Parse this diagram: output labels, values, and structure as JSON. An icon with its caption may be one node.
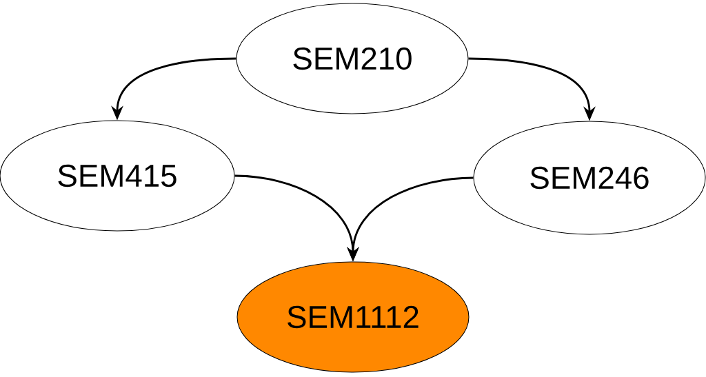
{
  "diagram": {
    "nodes": [
      {
        "text": [
          "SEM210"
        ]
      },
      {
        "text": [
          "SEM415"
        ]
      },
      {
        "text": [
          "SEM246"
        ]
      },
      {
        "text": [
          "SEM1112"
        ]
      }
    ],
    "edges": [
      {
        "from": 0,
        "to": 1,
        "arrow": "to"
      },
      {
        "from": 0,
        "to": 2,
        "arrow": "to"
      },
      {
        "from": 1,
        "to": 3,
        "arrow": "to"
      },
      {
        "from": 2,
        "to": 3,
        "arrow": "to"
      }
    ]
  }
}
